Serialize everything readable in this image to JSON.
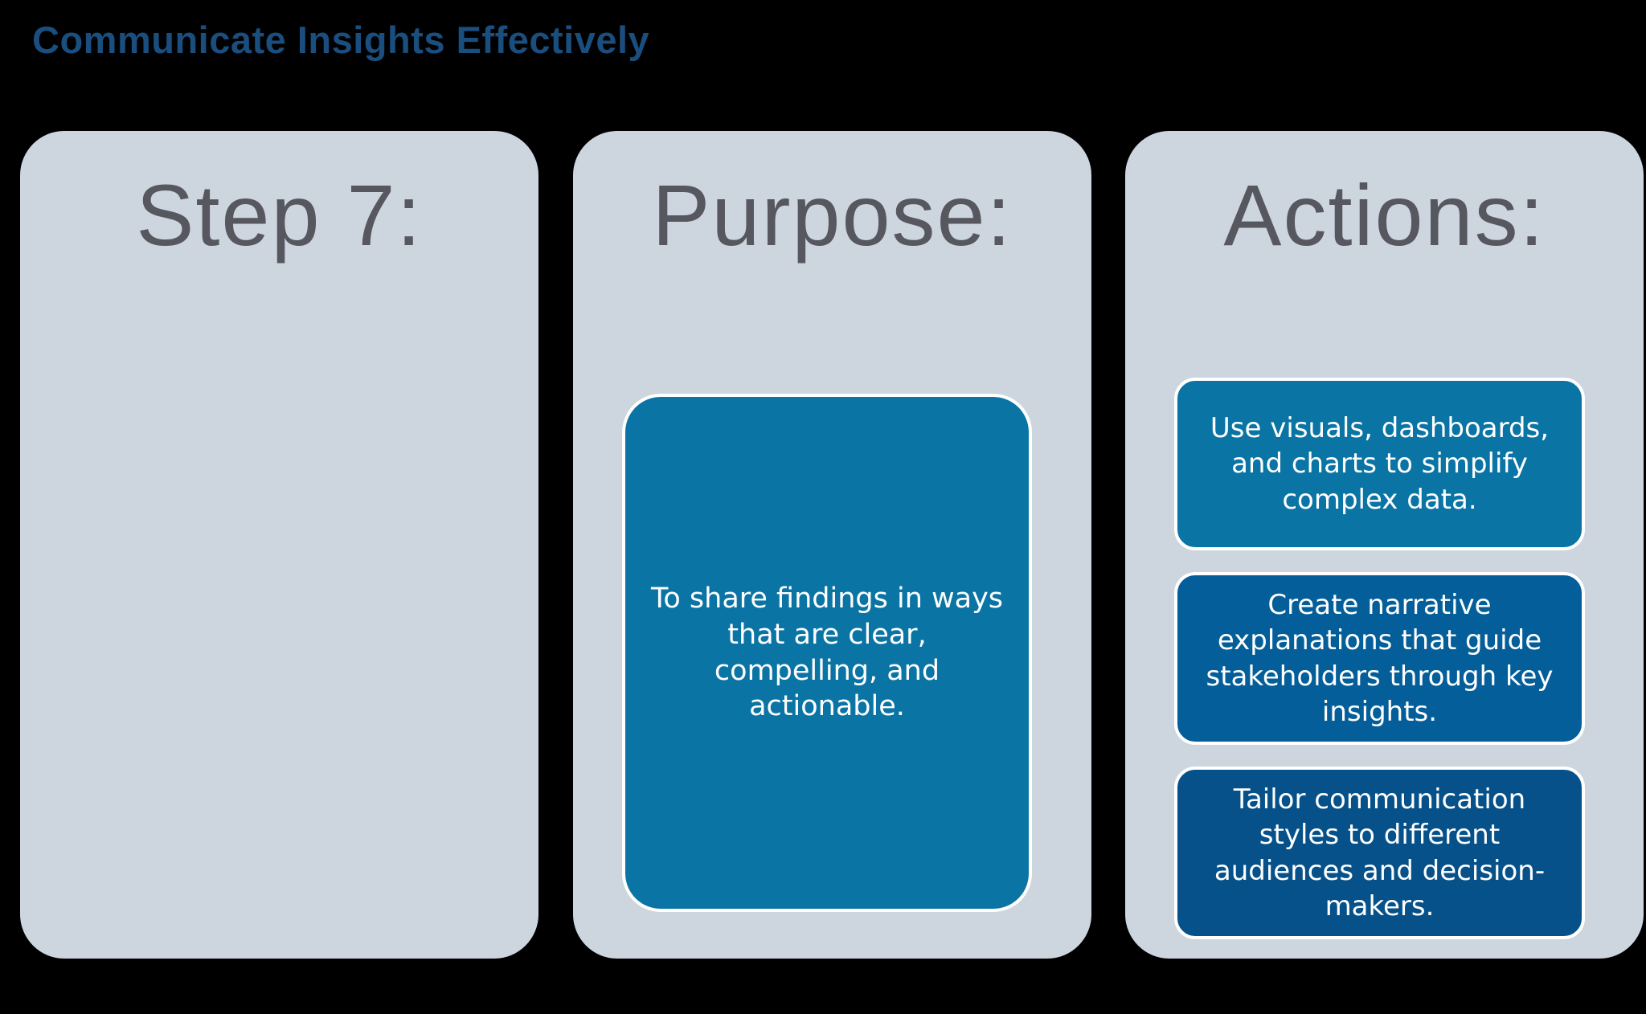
{
  "title": "Communicate Insights Effectively",
  "colors": {
    "background": "#000000",
    "title_text": "#1A4E7E",
    "card_bg": "#CDD5DF",
    "heading_text": "#56575F",
    "teal_box": "#0A74A4",
    "medium_blue_box": "#045E99",
    "dark_blue_box": "#065189",
    "box_text": "#FFFFFF"
  },
  "cards": [
    {
      "heading": "Step 7:",
      "boxes": []
    },
    {
      "heading": "Purpose:",
      "boxes": [
        {
          "text": "To share findings in ways that are clear, compelling, and actionable.",
          "color": "#0A74A4"
        }
      ]
    },
    {
      "heading": "Actions:",
      "boxes": [
        {
          "text": "Use visuals, dashboards, and charts to simplify complex data.",
          "color": "#0A74A4"
        },
        {
          "text": "Create narrative explanations that guide stakeholders through key insights.",
          "color": "#045E99"
        },
        {
          "text": "Tailor communication styles to different audiences and decision-makers.",
          "color": "#065189"
        }
      ]
    }
  ]
}
